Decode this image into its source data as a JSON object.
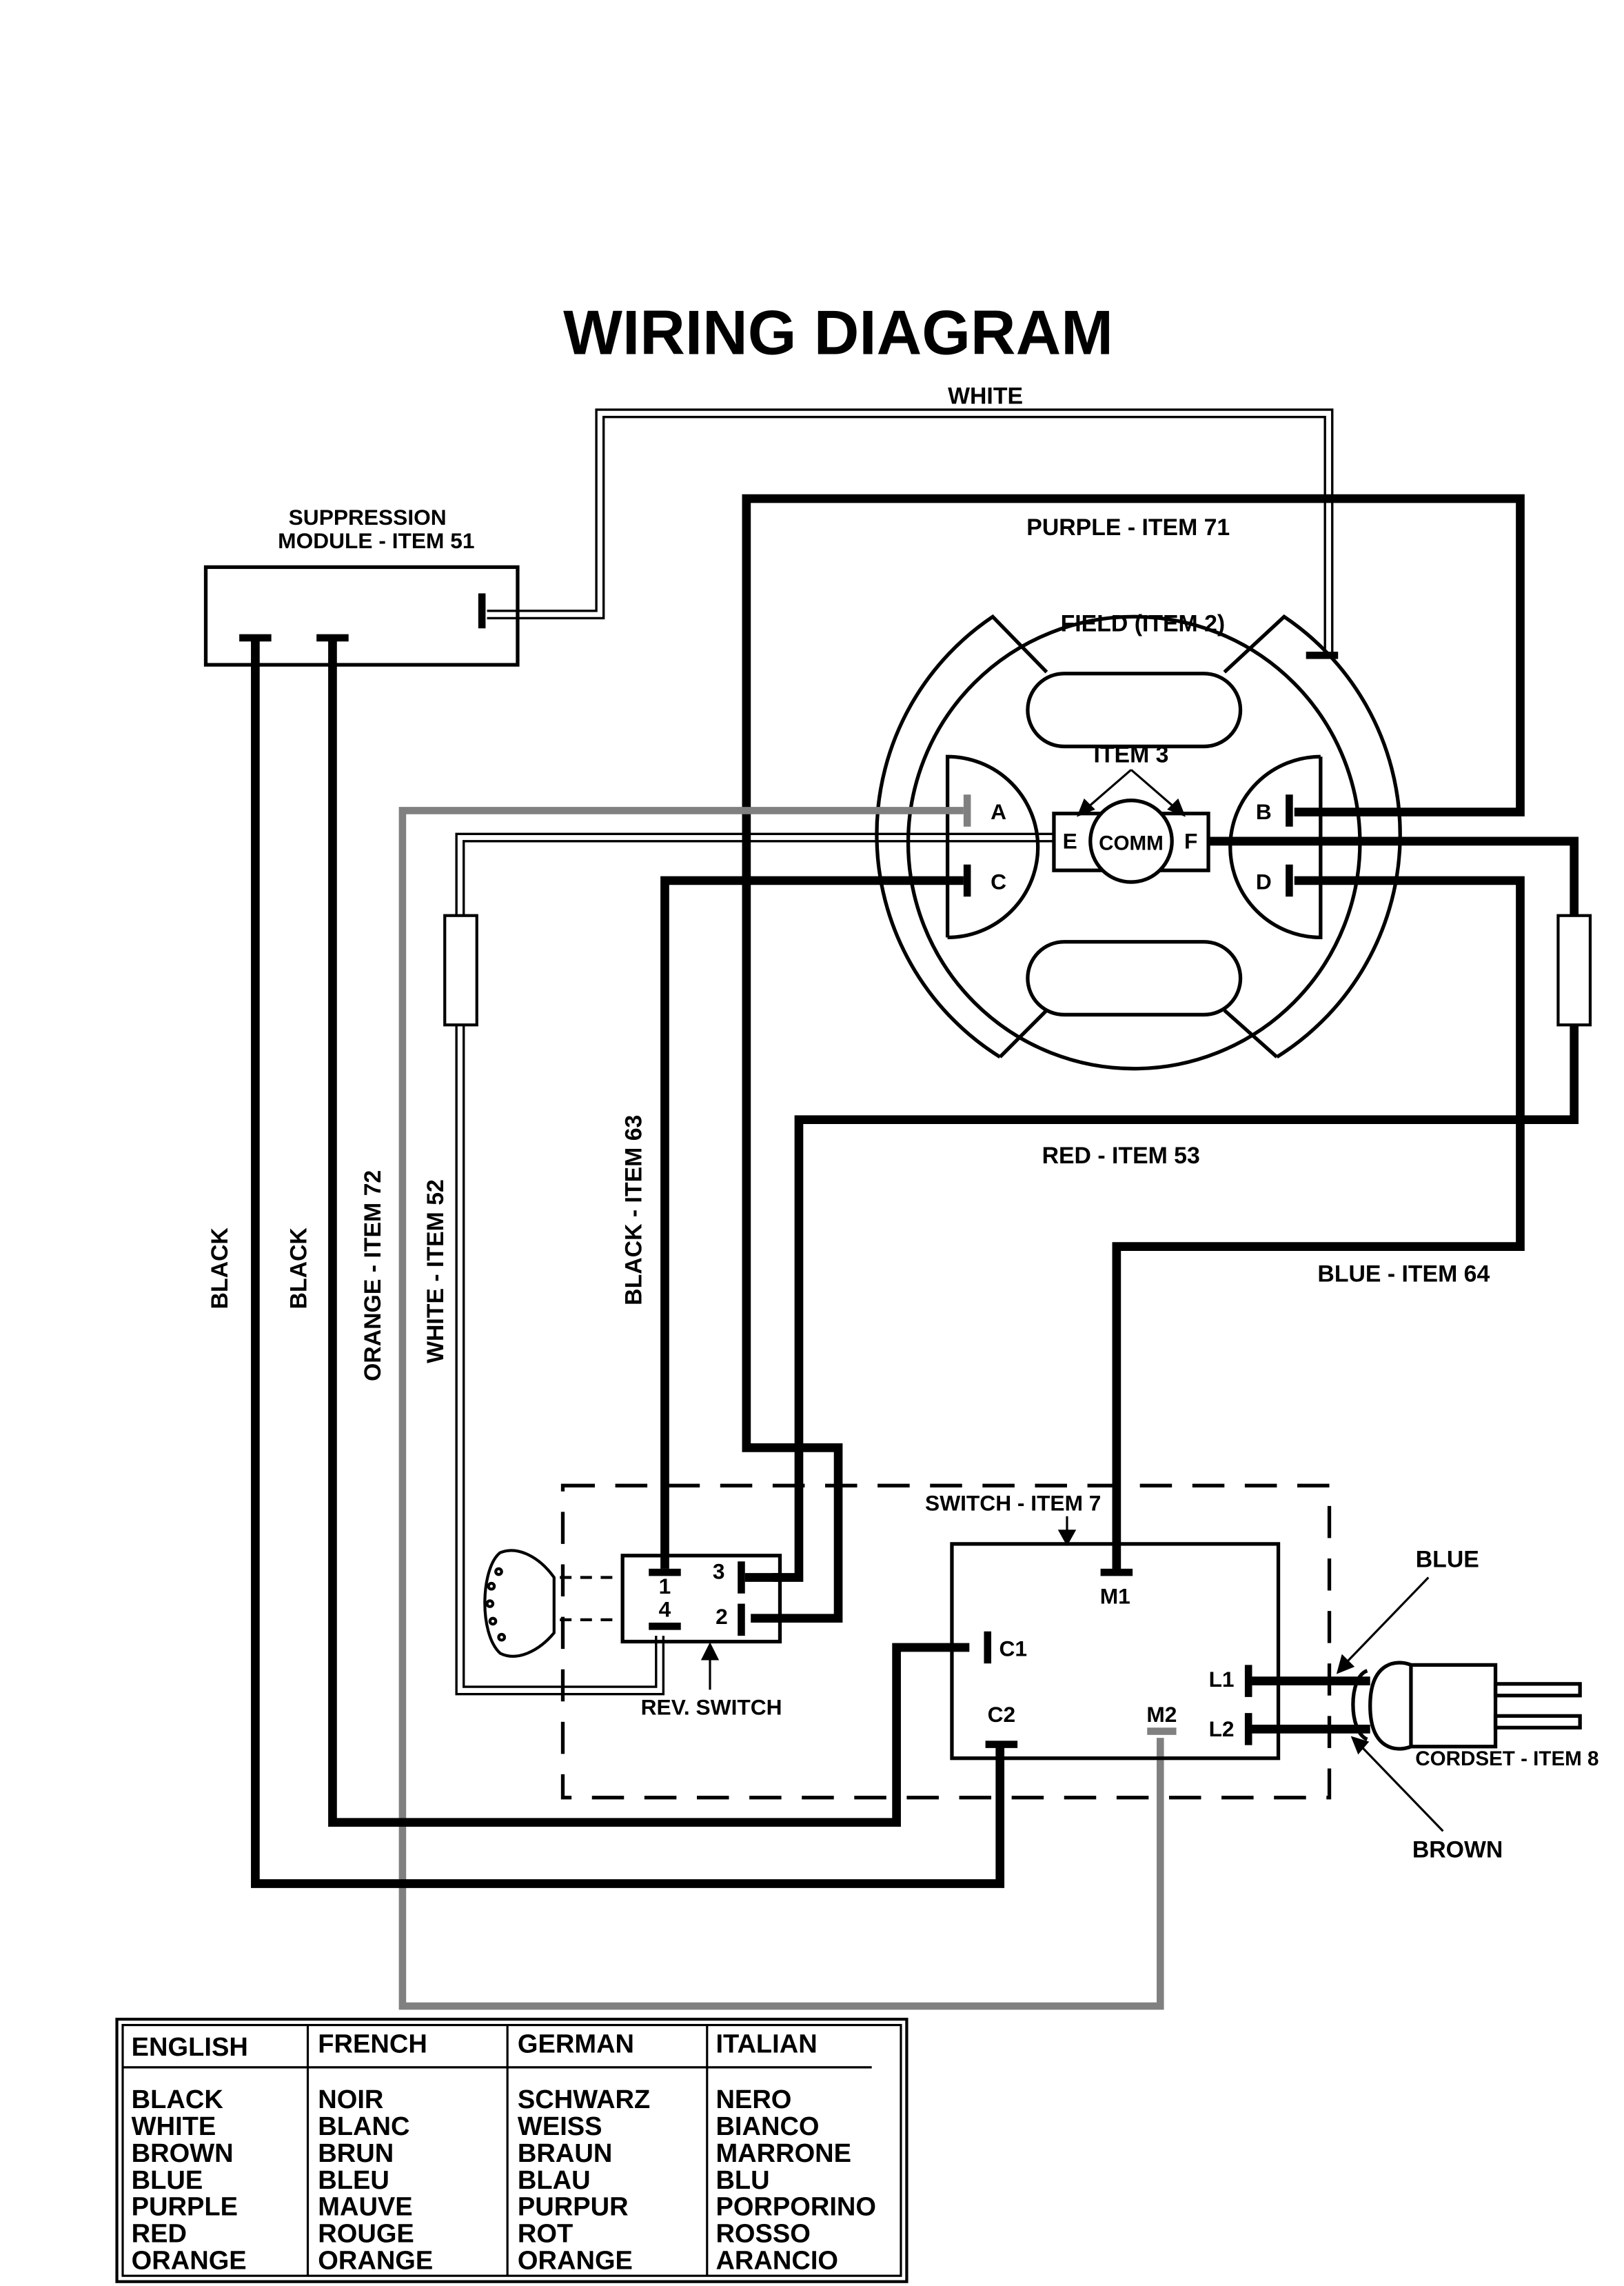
{
  "title": "WIRING DIAGRAM",
  "colors": {
    "ink": "#000000",
    "orange_wire": "#808080",
    "background": "#ffffff"
  },
  "labels": {
    "white_top": "WHITE",
    "purple": "PURPLE - ITEM 71",
    "suppression_line1": "SUPPRESSION",
    "suppression_line2": "MODULE - ITEM 51",
    "field": "FIELD  (ITEM  2)",
    "item3": "ITEM 3",
    "comm": "COMM",
    "term_a": "A",
    "term_b": "B",
    "term_c": "C",
    "term_d": "D",
    "term_e": "E",
    "term_f": "F",
    "red": "RED - ITEM 53",
    "blue_item": "BLUE  - ITEM 64",
    "black1": "BLACK",
    "black2": "BLACK",
    "orange": "ORANGE - ITEM 72",
    "white52": "WHITE - ITEM 52",
    "black63": "BLACK - ITEM 63",
    "switch": "SWITCH - ITEM 7",
    "m1": "M1",
    "c1": "C1",
    "c2": "C2",
    "m2": "M2",
    "l1": "L1",
    "l2": "L2",
    "rev1": "1",
    "rev2": "2",
    "rev3": "3",
    "rev4": "4",
    "rev_switch": "REV. SWITCH",
    "blue_cord": "BLUE",
    "brown": "BROWN",
    "cordset": "CORDSET - ITEM 8"
  },
  "translation_table": {
    "headers": [
      "ENGLISH",
      "FRENCH",
      "GERMAN",
      "ITALIAN"
    ],
    "rows": [
      [
        "BLACK",
        "NOIR",
        "SCHWARZ",
        "NERO"
      ],
      [
        "WHITE",
        "BLANC",
        "WEISS",
        "BIANCO"
      ],
      [
        "BROWN",
        "BRUN",
        "BRAUN",
        "MARRONE"
      ],
      [
        "BLUE",
        "BLEU",
        "BLAU",
        "BLU"
      ],
      [
        "PURPLE",
        "MAUVE",
        "PURPUR",
        "PORPORINO"
      ],
      [
        "RED",
        "ROUGE",
        "ROT",
        "ROSSO"
      ],
      [
        "ORANGE",
        "ORANGE",
        "ORANGE",
        "ARANCIO"
      ]
    ]
  }
}
